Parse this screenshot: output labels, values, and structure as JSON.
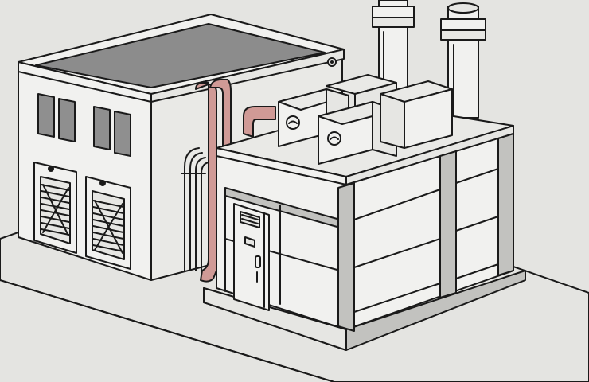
{
  "scene": {
    "subject": "power-generation-enclosure-illustration",
    "colors": {
      "background": "#e4e4e1",
      "wall": "#f1f1ef",
      "wall_shade": "#e6e6e3",
      "roof_panel": "#8c8c8c",
      "frame": "#c2c2bf",
      "window": "#8f8f8f",
      "pipe": "#d09a96",
      "outline": "#1a1a1a"
    },
    "counts": {
      "windows": 4,
      "louvered_vents": 2,
      "exhaust_stacks": 2,
      "rooftop_cooling_units": 4
    }
  }
}
